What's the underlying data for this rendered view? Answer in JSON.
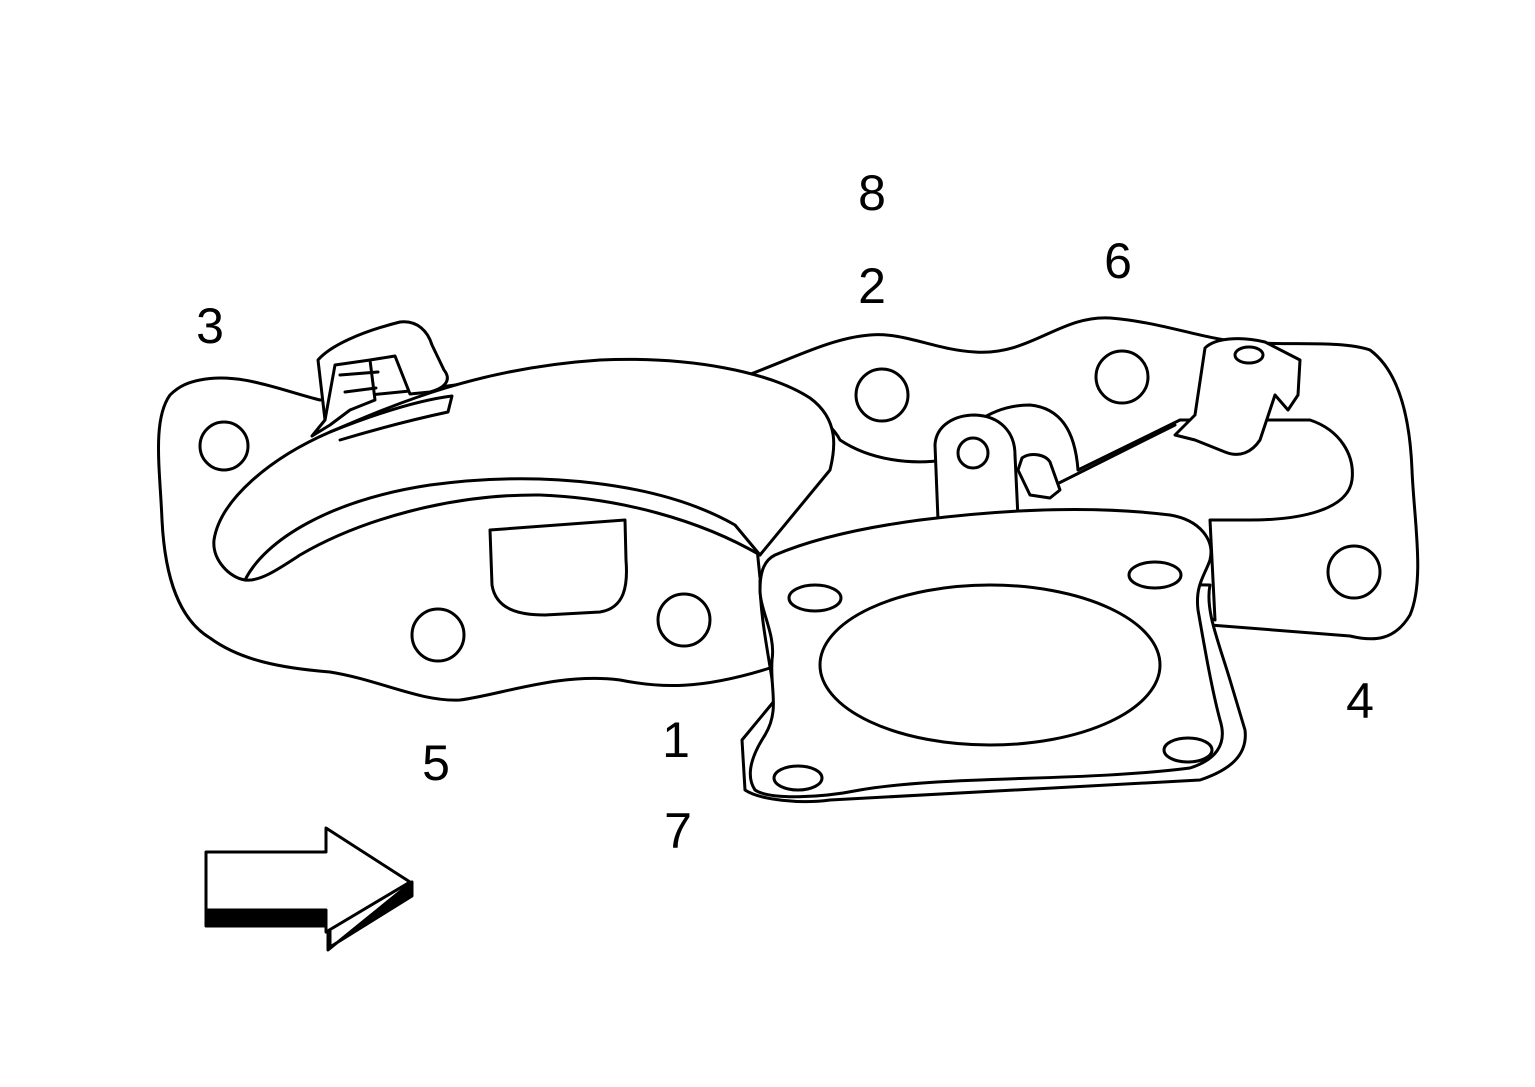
{
  "labels": {
    "n1": "1",
    "n2": "2",
    "n3": "3",
    "n4": "4",
    "n5": "5",
    "n6": "6",
    "n7": "7",
    "n8": "8"
  },
  "icons": {
    "direction_arrow": "front-direction-arrow-icon"
  },
  "colors": {
    "line": "#000000",
    "background": "#ffffff"
  }
}
